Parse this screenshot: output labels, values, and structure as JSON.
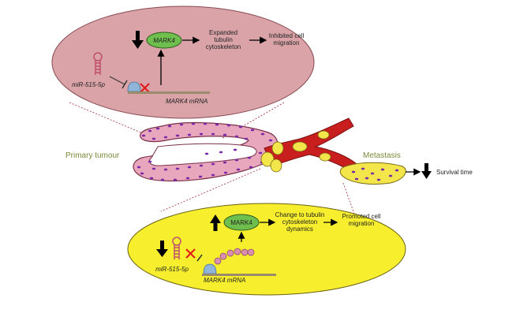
{
  "top_panel": {
    "mark4": "MARK4",
    "expanded_l1": "Expanded",
    "expanded_l2": "tubulin",
    "expanded_l3": "cytoskeleton",
    "inhibited_l1": "Inhibited cell",
    "inhibited_l2": "migration",
    "mirna": "miR-515-5p",
    "mrna": "MARK4 mRNA"
  },
  "middle": {
    "primary": "Primary tumour",
    "metastasis": "Metastasis",
    "survival": "Survival time"
  },
  "bottom_panel": {
    "mark4": "MARK4",
    "change_l1": "Change to tubulin",
    "change_l2": "cytoskeleton",
    "change_l3": "dynamics",
    "promoted_l1": "Promoted cell",
    "promoted_l2": "migration",
    "mirna": "miR-515-5p",
    "mrna": "MARK4 mRNA"
  },
  "colors": {
    "top_panel_fill": "#d9a3a8",
    "bottom_panel_fill": "#f7ef2e",
    "mark4_fill": "#6fbf4e",
    "tissue_fill": "#e8a7bd",
    "nucleus": "#7a2aa8",
    "vessel": "#c81e1e"
  }
}
